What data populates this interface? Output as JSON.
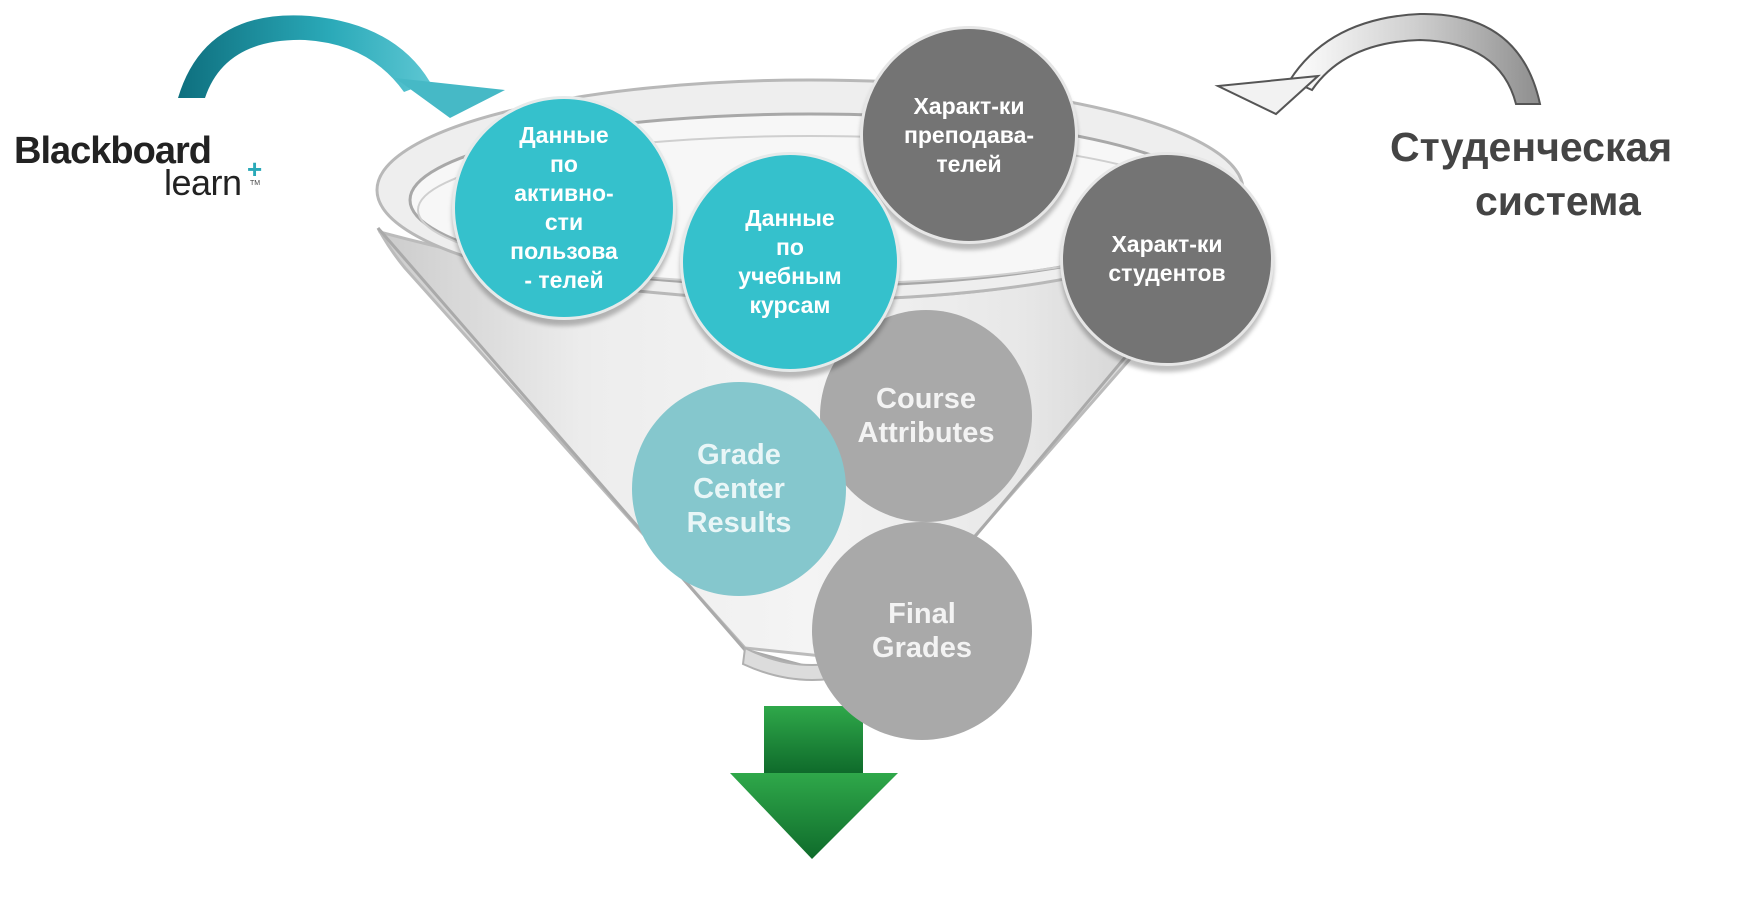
{
  "logo": {
    "word": "Blackboard",
    "sub": "learn",
    "plus": "+",
    "tm": "TM"
  },
  "source_right": {
    "line1": "Студенческая",
    "line2": "система"
  },
  "bubbles": {
    "activity": "Данные\nпо\nактивно-\nсти\nпользова\n- телей",
    "courses": "Данные\nпо\nучебным\nкурсам",
    "teachers": "Характ-ки\nпреподава-\nтелей",
    "students": "Характ-ки\nстудентов",
    "course_attributes": "Course\nAttributes",
    "grade_center": "Grade\nCenter\nResults",
    "final_grades": "Final\nGrades"
  },
  "colors": {
    "teal": "#35c1cc",
    "dark_grey": "#747474",
    "arrow_teal": "#1b8a9b",
    "arrow_green": "#1e8a3a"
  }
}
